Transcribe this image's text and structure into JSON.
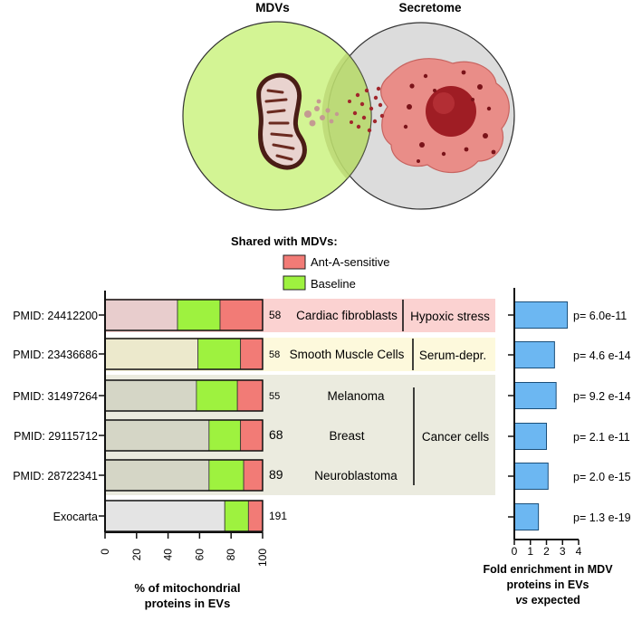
{
  "venn": {
    "left_label": "MDVs",
    "right_label": "Secretome",
    "colors": {
      "mdv": "#c9f27c",
      "secretome": "#dcdcdc",
      "cell": "#e98d88",
      "nucleus": "#9f1d24"
    }
  },
  "legend": {
    "title": "Shared with MDVs:",
    "items": [
      {
        "label": "Ant-A-sensitive",
        "color": "#f27b76"
      },
      {
        "label": "Baseline",
        "color": "#9ef23f"
      }
    ]
  },
  "chart_data": [
    {
      "type": "bar",
      "orientation": "horizontal",
      "stacked": true,
      "categories": [
        "PMID: 24412200",
        "PMID: 23436686",
        "PMID: 31497264",
        "PMID: 29115712",
        "PMID: 28722341",
        "Exocarta"
      ],
      "series": [
        {
          "name": "",
          "values": [
            46,
            59,
            58,
            66,
            66,
            76
          ],
          "colors": [
            "#e8cdcd",
            "#ece9cc",
            "#d5d6c6",
            "#d5d6c6",
            "#d5d6c6",
            "#e4e4e4"
          ]
        },
        {
          "name": "Baseline",
          "values": [
            27,
            27,
            26,
            20,
            22,
            15
          ],
          "color": "#9ef23f"
        },
        {
          "name": "Ant-A-sensitive",
          "values": [
            27,
            14,
            16,
            14,
            12,
            9
          ],
          "color": "#f27b76"
        }
      ],
      "bar_labels": [
        "58",
        "58",
        "55",
        "68",
        "89",
        "191"
      ],
      "sample_labels": [
        "Cardiac fibroblasts",
        "Smooth Muscle Cells",
        "Melanoma",
        "Breast",
        "Neuroblastoma",
        ""
      ],
      "group_labels": [
        {
          "label": "Hypoxic stress",
          "rows": [
            0
          ],
          "bg": "#fbd2d1"
        },
        {
          "label": "Serum-depr.",
          "rows": [
            1
          ],
          "bg": "#fdf9dc"
        },
        {
          "label": "Cancer cells",
          "rows": [
            2,
            3,
            4
          ],
          "bg": "#ebebdf"
        }
      ],
      "xlabel": "% of mitochondrial proteins  in EVs",
      "xlim": [
        0,
        100
      ],
      "xticks": [
        "0",
        "20",
        "40",
        "60",
        "80",
        "100"
      ]
    },
    {
      "type": "bar",
      "orientation": "horizontal",
      "categories": [
        "PMID: 24412200",
        "PMID: 23436686",
        "PMID: 31497264",
        "PMID: 29115712",
        "PMID: 28722341",
        "Exocarta"
      ],
      "values": [
        3.3,
        2.5,
        2.6,
        2.0,
        2.1,
        1.5
      ],
      "color": "#6cb7f2",
      "pvalues": [
        "p= 6.0e-11",
        "p= 4.6 e-14",
        "p= 9.2 e-14",
        "p= 2.1 e-11",
        "p= 2.0 e-15",
        "p= 1.3 e-19"
      ],
      "xlabel_lines": [
        "Fold enrichment in MDV",
        "proteins in EVs",
        "vs expected"
      ],
      "xlim": [
        0,
        4
      ],
      "xticks": [
        "0",
        "1",
        "2",
        "3",
        "4"
      ]
    }
  ]
}
